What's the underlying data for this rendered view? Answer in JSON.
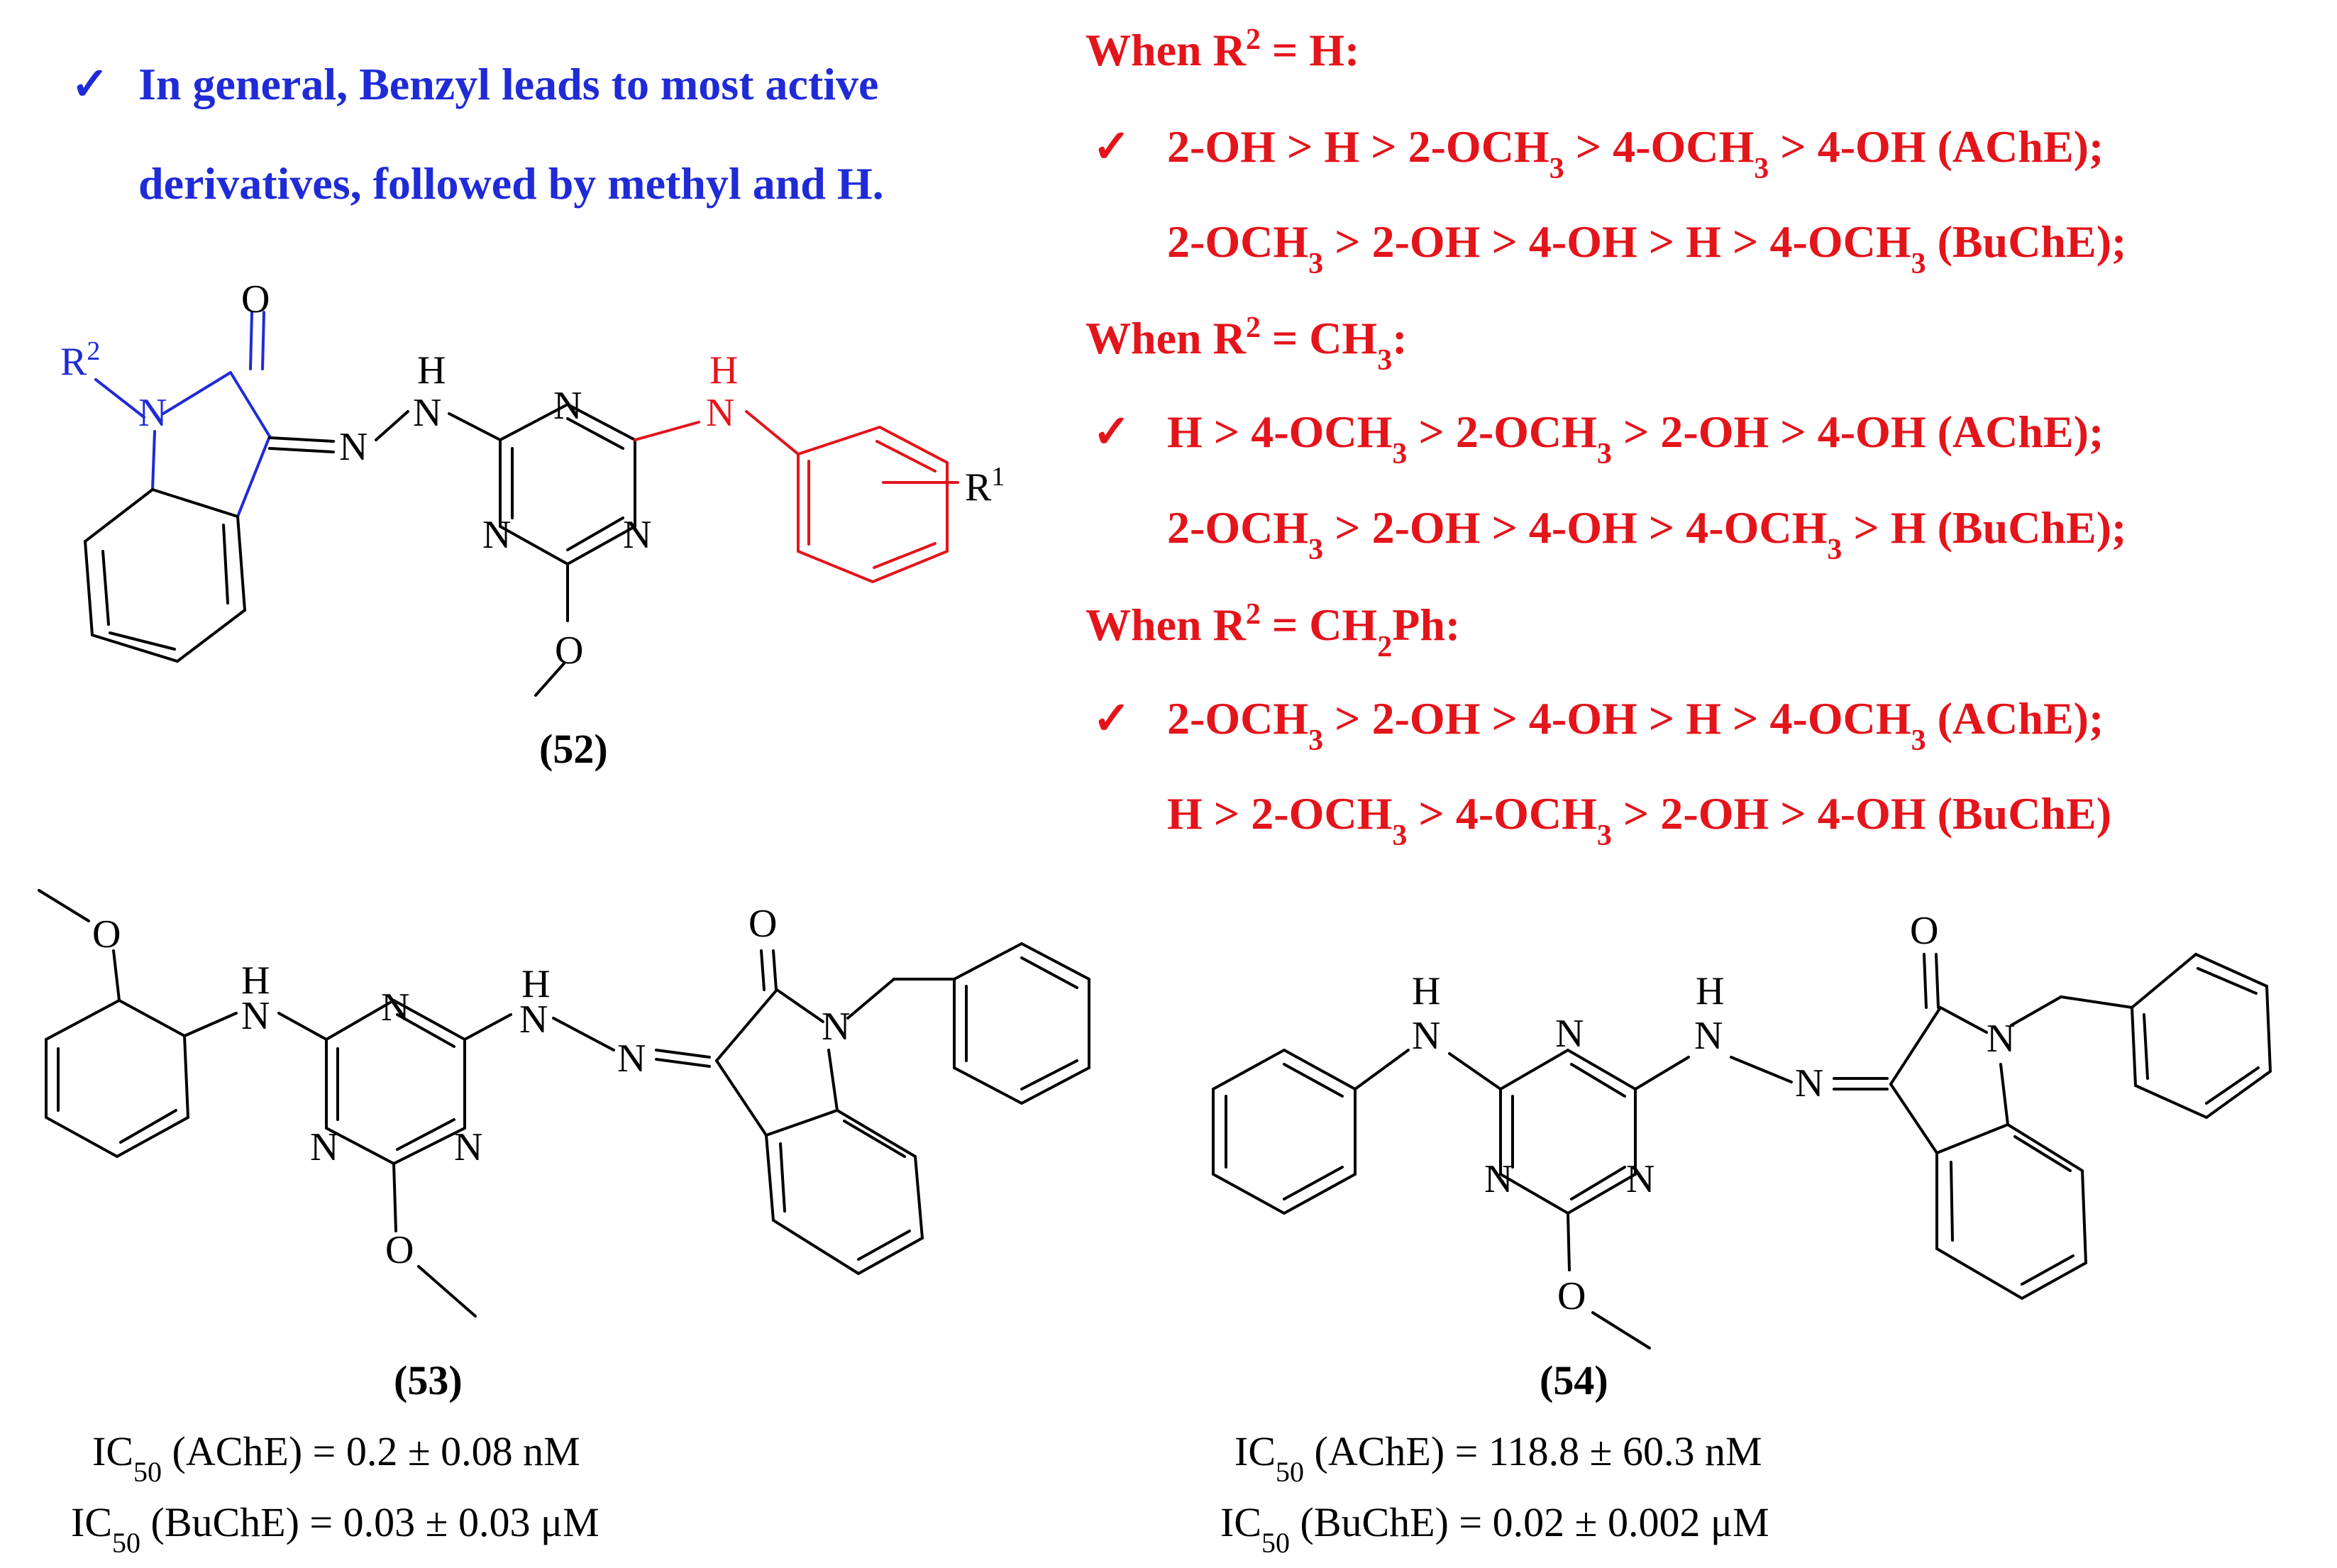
{
  "colors": {
    "black": "#000000",
    "blue": "#1f2bd6",
    "red": "#e4141b"
  },
  "left_note": {
    "check": "✓",
    "line1": "In general, Benzyl leads to most active",
    "line2": "derivatives, followed by methyl and H."
  },
  "sar": {
    "check": "✓",
    "h_heading": {
      "pre": "When R",
      "sup": "2",
      "post": " = H:"
    },
    "h_ache": {
      "a": "2-OH > H > 2-OCH",
      "s1": "3",
      "b": " > 4-OCH",
      "s2": "3",
      "c": " > 4-OH (AChE);"
    },
    "h_buche": {
      "a": "2-OCH",
      "s1": "3",
      "b": " > 2-OH > 4-OH > H > 4-OCH",
      "s2": "3",
      "c": " (BuChE);"
    },
    "me_heading": {
      "pre": "When R",
      "sup": "2",
      "mid": " = CH",
      "sub": "3",
      "post": ":"
    },
    "me_ache": {
      "a": "H > 4-OCH",
      "s1": "3",
      "b": " > 2-OCH",
      "s2": "3",
      "c": " > 2-OH > 4-OH (AChE);"
    },
    "me_buche": {
      "a": "2-OCH",
      "s1": "3",
      "b": " > 2-OH > 4-OH > 4-OCH",
      "s2": "3",
      "c": " > H (BuChE);"
    },
    "bn_heading": {
      "pre": "When R",
      "sup": "2",
      "mid": " = CH",
      "sub": "2",
      "post": "Ph:"
    },
    "bn_ache": {
      "a": "2-OCH",
      "s1": "3",
      "b": " > 2-OH > 4-OH > H > 4-OCH",
      "s2": "3",
      "c": " (AChE);"
    },
    "bn_buche": {
      "a": "H > 2-OCH",
      "s1": "3",
      "b": " > 4-OCH",
      "s2": "3",
      "c": " > 2-OH > 4-OH (BuChE)"
    }
  },
  "atoms": {
    "O": "O",
    "N": "N",
    "H": "H",
    "R": "R",
    "sup1": "1",
    "sup2": "2"
  },
  "compounds": {
    "c52": {
      "label": "(52)"
    },
    "c53": {
      "label": "(53)",
      "ic50": "IC",
      "sub": "50",
      "ache": " (AChE) = 0.2 ± 0.08 nM",
      "buche": " (BuChE) = 0.03 ± 0.03 μM"
    },
    "c54": {
      "label": "(54)",
      "ic50": "IC",
      "sub": "50",
      "ache": " (AChE) = 118.8 ± 60.3 nM",
      "buche": " (BuChE) = 0.02 ± 0.002 μM"
    }
  }
}
